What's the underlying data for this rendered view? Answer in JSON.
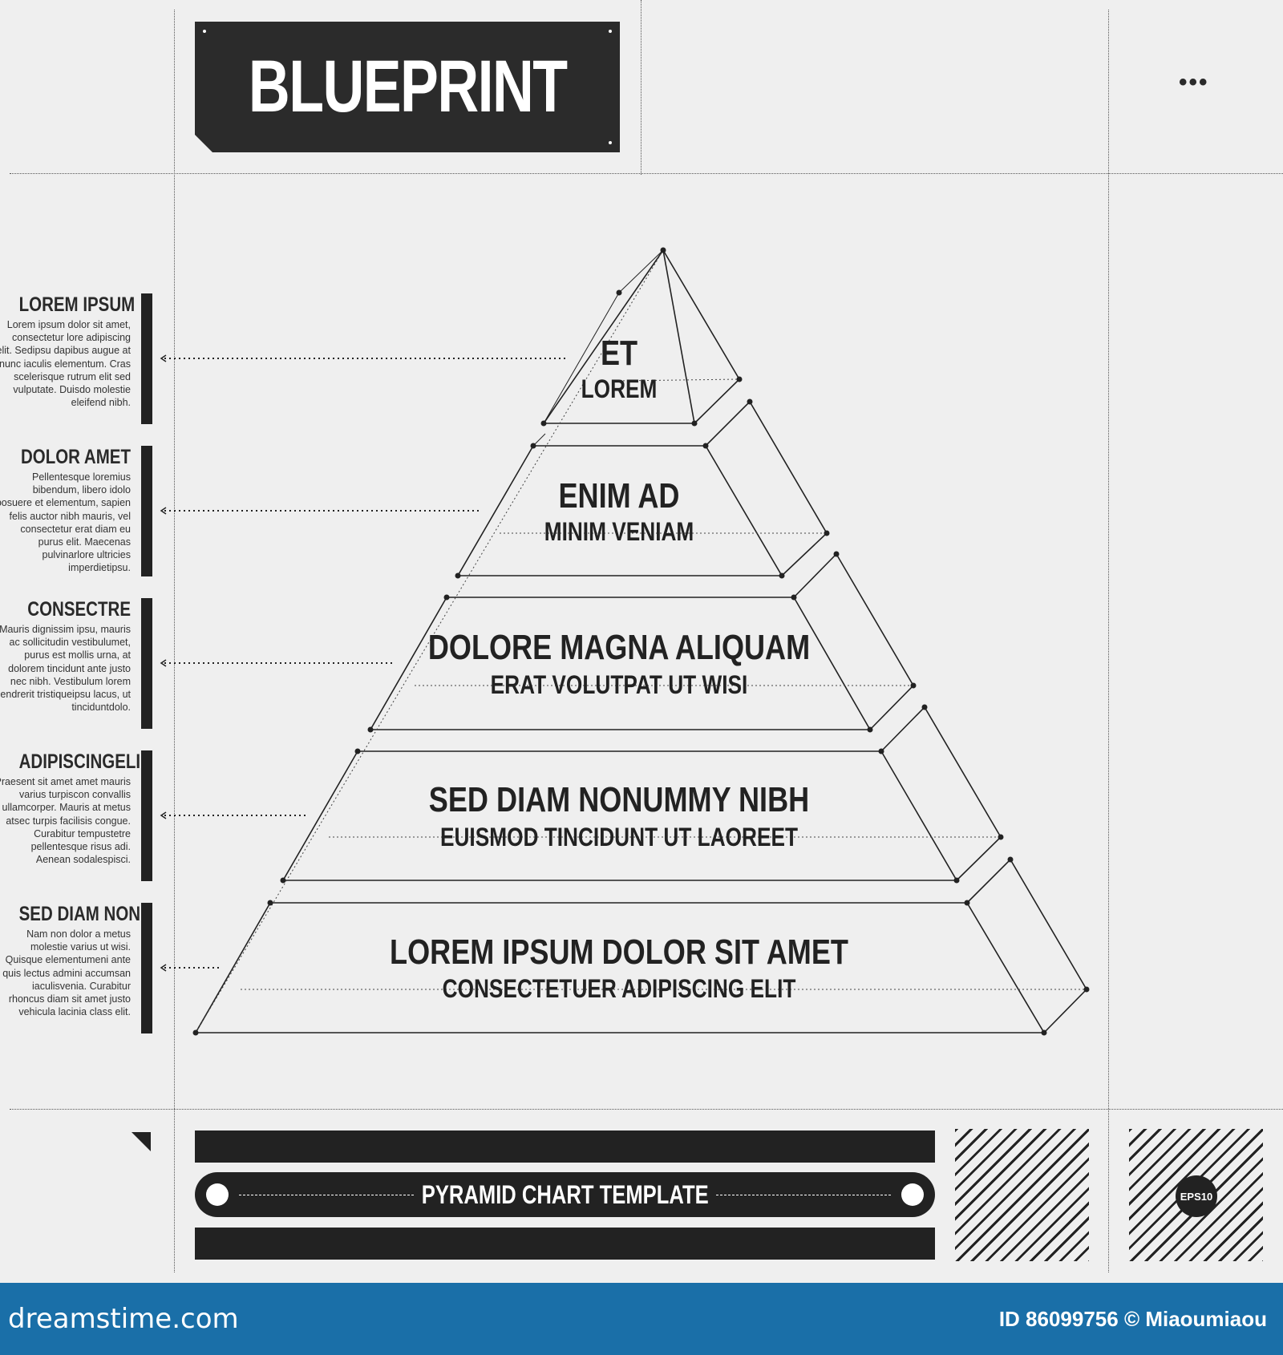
{
  "header": {
    "title": "BLUEPRINT",
    "menu_icon": "•••"
  },
  "sidebar": {
    "items": [
      {
        "title": "LOREM IPSUM",
        "text": "Lorem ipsum dolor sit amet, consectetur lore adipiscing elit. Sedipsu dapibus augue at nunc iaculis elementum. Cras scelerisque rutrum elit sed vulputate. Duisdo molestie eleifend nibh."
      },
      {
        "title": "DOLOR AMET",
        "text": "Pellentesque loremius bibendum, libero idolo posuere et elementum, sapien felis auctor nibh mauris, vel consectetur erat diam eu purus elit. Maecenas pulvinarlore ultricies imperdietipsu."
      },
      {
        "title": "CONSECTRE",
        "text": "Mauris dignissim ipsu, mauris ac sollicitudin vestibulumet, purus est mollis urna, at dolorem tincidunt ante justo nec nibh. Vestibulum lorem hendrerit tristiqueipsu lacus, ut tinciduntdolo."
      },
      {
        "title": "ADIPISCINGELI",
        "text": "Praesent sit amet amet mauris varius turpiscon convallis ullamcorper. Mauris at metus atsec turpis facilisis congue. Curabitur tempustetre pellentesque risus adi. Aenean sodalespisci."
      },
      {
        "title": "SED DIAM NON",
        "text": "Nam non dolor a metus molestie varius ut wisi. Quisque elementumeni ante quis lectus admini accumsan iaculisvenia. Curabitur rhoncus diam sit amet justo vehicula lacinia class elit."
      }
    ]
  },
  "pyramid": {
    "levels": [
      {
        "title": "ET",
        "subtitle": "LOREM"
      },
      {
        "title": "ENIM AD",
        "subtitle": "MINIM VENIAM"
      },
      {
        "title": "DOLORE MAGNA ALIQUAM",
        "subtitle": "ERAT VOLUTPAT UT WISI"
      },
      {
        "title": "SED DIAM NONUMMY NIBH",
        "subtitle": "EUISMOD TINCIDUNT UT LAOREET"
      },
      {
        "title": "LOREM IPSUM DOLOR SIT AMET",
        "subtitle": "CONSECTETUER ADIPISCING ELIT"
      }
    ]
  },
  "footer": {
    "label": "PYRAMID CHART TEMPLATE",
    "badge": "EPS10"
  },
  "watermark": {
    "brand": "dreamstime.com",
    "credit": "ID 86099756 © Miaoumiaou"
  }
}
